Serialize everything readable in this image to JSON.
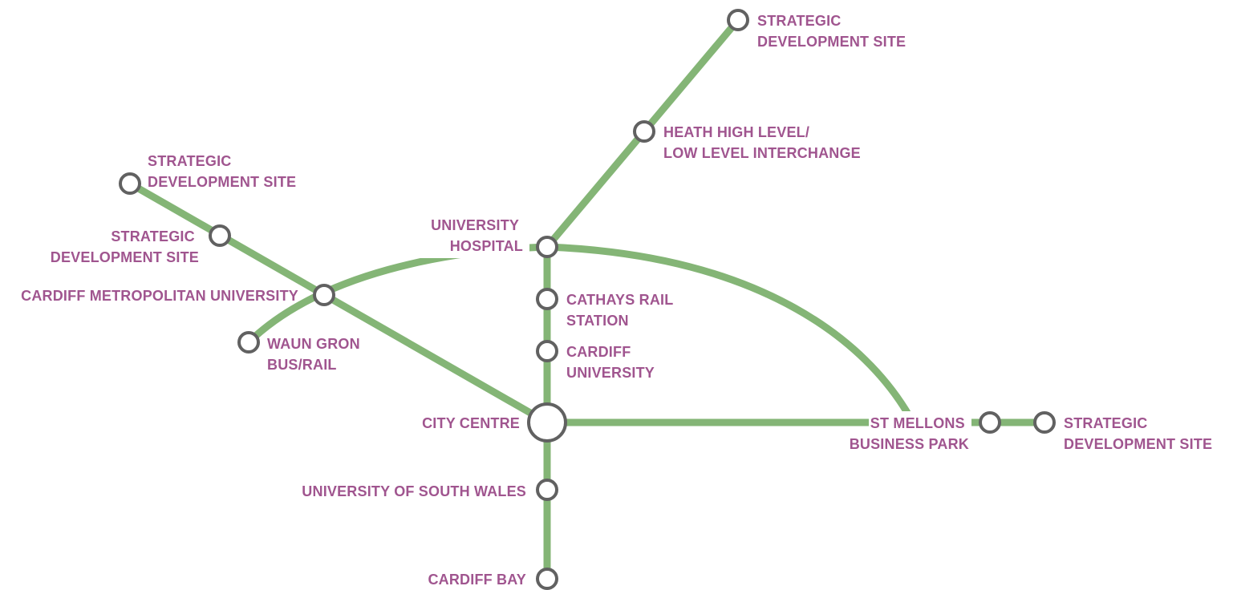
{
  "colors": {
    "route": "#84b576",
    "station_ring": "#616161",
    "label": "#a0558f"
  },
  "stations": {
    "sds_northeast": {
      "line1": "STRATEGIC",
      "line2": "DEVELOPMENT SITE"
    },
    "heath": {
      "line1": "HEATH HIGH LEVEL/",
      "line2": "LOW LEVEL INTERCHANGE"
    },
    "sds_northwest": {
      "line1": "STRATEGIC",
      "line2": "DEVELOPMENT SITE"
    },
    "sds_west": {
      "line1": "STRATEGIC",
      "line2": "DEVELOPMENT SITE"
    },
    "university_hospital": {
      "line1": "UNIVERSITY",
      "line2": "HOSPITAL"
    },
    "cardiff_met": {
      "line1": "CARDIFF METROPOLITAN UNIVERSITY"
    },
    "cathays": {
      "line1": "CATHAYS RAIL",
      "line2": "STATION"
    },
    "waun_gron": {
      "line1": "WAUN GRON",
      "line2": "BUS/RAIL"
    },
    "cardiff_university": {
      "line1": "CARDIFF",
      "line2": "UNIVERSITY"
    },
    "city_centre": {
      "line1": "CITY CENTRE"
    },
    "st_mellons": {
      "line1": "ST MELLONS",
      "line2": "BUSINESS PARK"
    },
    "sds_east": {
      "line1": "STRATEGIC",
      "line2": "DEVELOPMENT SITE"
    },
    "usw": {
      "line1": "UNIVERSITY OF SOUTH WALES"
    },
    "cardiff_bay": {
      "line1": "CARDIFF BAY"
    }
  }
}
